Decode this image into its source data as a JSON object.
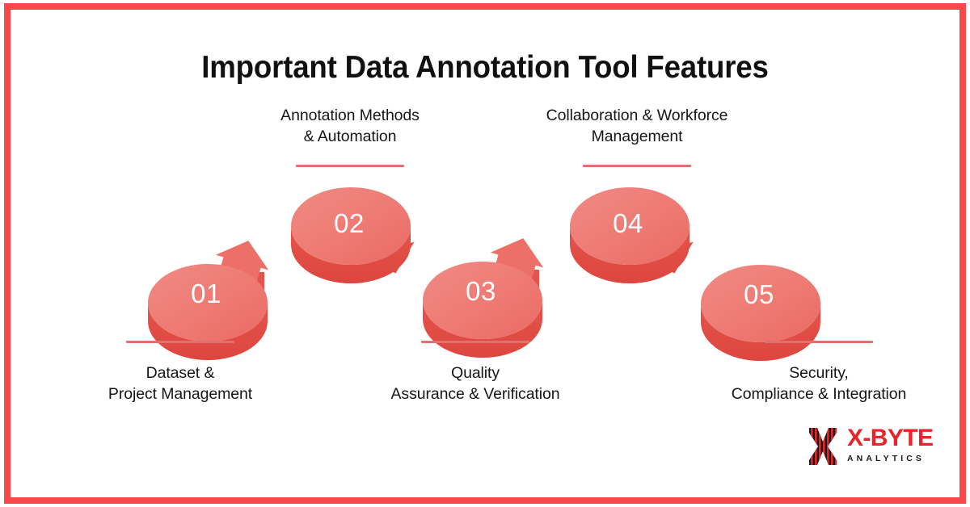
{
  "frame": {
    "border_color": "#f9484c",
    "background_color": "#ffffff"
  },
  "header": {
    "title": "Important Data Annotation Tool Features"
  },
  "theme": {
    "shape_top_color": "#ef7b76",
    "shape_side_color": "#e34b44",
    "rule_color": "#e0716f",
    "number_text_color": "#ffffff",
    "label_text_color": "#16161a"
  },
  "steps": [
    {
      "number": "01",
      "position": "bottom",
      "arrow": "up-right",
      "label_lines": [
        "Dataset &",
        "Project Management"
      ]
    },
    {
      "number": "02",
      "position": "top",
      "arrow": "down-right",
      "label_lines": [
        "Annotation Methods",
        "& Automation"
      ]
    },
    {
      "number": "03",
      "position": "bottom",
      "arrow": "up-right",
      "label_lines": [
        "Quality",
        "Assurance & Verification"
      ]
    },
    {
      "number": "04",
      "position": "top",
      "arrow": "down-right",
      "label_lines": [
        "Collaboration & Workforce",
        "Management"
      ]
    },
    {
      "number": "05",
      "position": "bottom",
      "arrow": "none",
      "label_lines": [
        "Security,",
        "Compliance & Integration"
      ]
    }
  ],
  "logo": {
    "name": "X-BYTE",
    "tagline": "ANALYTICS",
    "mark_colors": [
      "#1b1b1b",
      "#e8232a"
    ],
    "word_color": "#e8232a"
  }
}
